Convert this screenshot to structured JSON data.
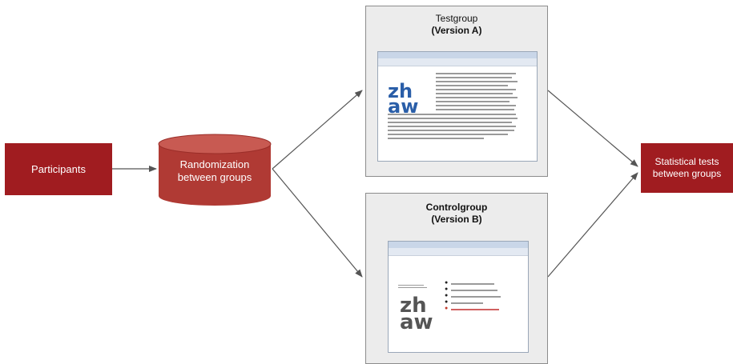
{
  "participants": {
    "label": "Participants"
  },
  "randomization": {
    "line1": "Randomization",
    "line2": "between groups"
  },
  "testgroup": {
    "title": "Testgroup",
    "subtitle": "(Version A)"
  },
  "controlgroup": {
    "title": "Controlgroup",
    "subtitle": "(Version B)"
  },
  "stats": {
    "line1": "Statistical tests",
    "line2": "between groups"
  },
  "colors": {
    "accent_red": "#a01c20",
    "cylinder_red": "#b03a34",
    "panel_bg": "#ececec",
    "logo_blue": "#2a5ea8",
    "logo_gray": "#555555"
  },
  "icons": {
    "testgroup_screenshot": "browser-screenshot-icon",
    "controlgroup_screenshot": "browser-screenshot-icon"
  }
}
